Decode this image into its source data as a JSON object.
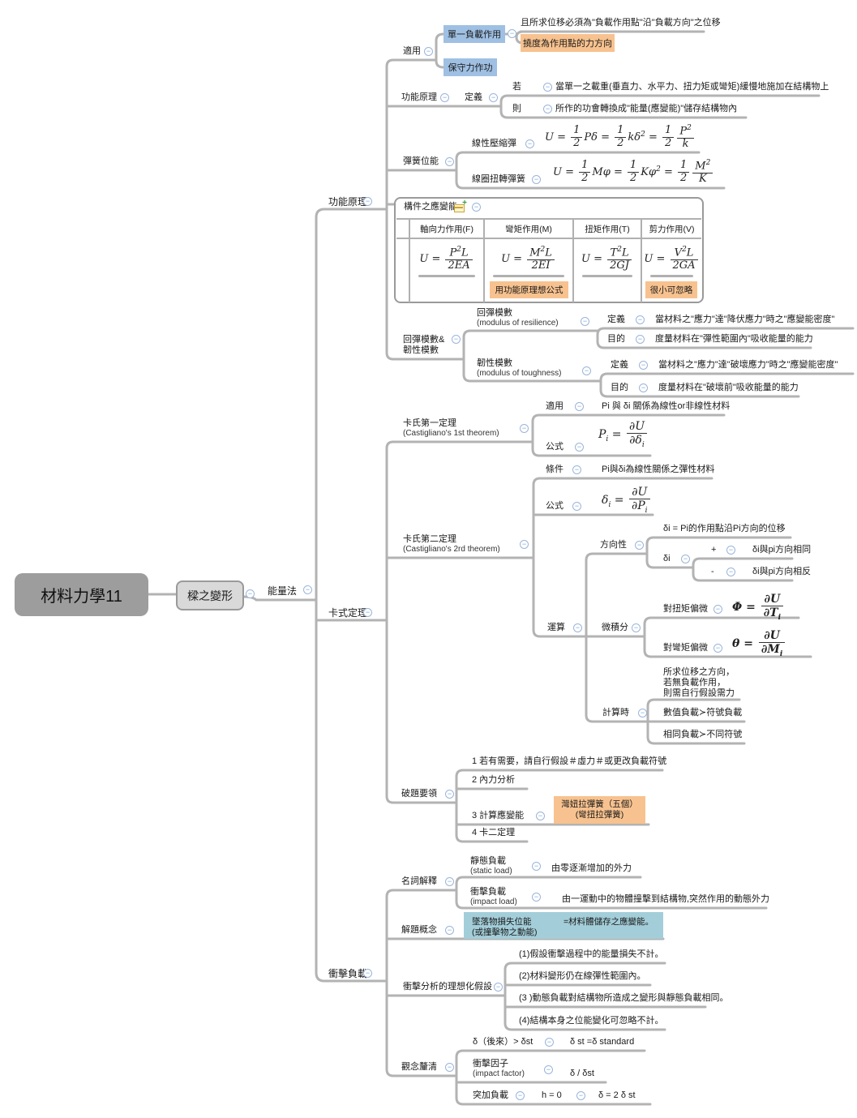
{
  "ui": {
    "minus": "−"
  },
  "colors": {
    "line": "#b3b3b3",
    "blue_box": "#9fc0e3",
    "orange_box": "#f7c28f",
    "teal_box": "#a3ced9",
    "root_gray": "#9d9d9d",
    "beam_gray": "#d9d9d9",
    "collapse_icon": "#7d9fce"
  },
  "root": {
    "label": "材料力學11"
  },
  "beam": {
    "label": "樑之變形"
  },
  "energy": {
    "label": "能量法"
  },
  "gn": {
    "label": "功能原理",
    "apply": {
      "label": "適用",
      "single": {
        "label": "單一負載作用",
        "note": "且所求位移必須為\"負載作用點\"沿\"負載方向\"之位移",
        "deflect": "撓度為作用點的力方向"
      },
      "conservative": {
        "label": "保守力作功"
      }
    },
    "principle": {
      "label": "功能原理",
      "def": "定義",
      "if_label": "若",
      "if_text": "當單一之載重(垂直力、水平力、扭力矩或彎矩)緩慢地施加在結構物上",
      "then_label": "則",
      "then_text": "所作的功會轉換成\"能量(應變能)\"儲存結構物內"
    },
    "spring": {
      "label": "彈簧位能",
      "linear": {
        "label": "線性壓縮彈",
        "formula": "U = [1/2]Pδ = [1/2]kδ^2 = [1/2][P^2/k]"
      },
      "torsion": {
        "label": "線圈扭轉彈簧",
        "formula": "U = [1/2]Mφ = [1/2]Kφ^2 = [1/2][M^2/K]"
      }
    },
    "member": {
      "label": "構件之應變能",
      "cols": [
        "軸向力作用(F)",
        "彎矩作用(M)",
        "扭矩作用(T)",
        "剪力作用(V)"
      ],
      "f_axial": "U = [P^2L/2EA]",
      "f_moment": "U = [M^2L/2EI]",
      "f_torsion": "U = [T^2L/2GJ]",
      "f_shear": "U = [V^2L/2GA]",
      "tip_moment": "用功能原理想公式",
      "tip_shear": "很小可忽略"
    },
    "modulus": {
      "label1": "回彈模數&",
      "label2": "韌性模數",
      "resilience": {
        "label": "回彈模數",
        "sub": "(modulus of resilience)",
        "def_label": "定義",
        "def": "當材料之\"應力\"達\"降伏應力\"時之\"應變能密度\"",
        "aim_label": "目的",
        "aim": "度量材料在\"彈性範圍內\"吸收能量的能力"
      },
      "toughness": {
        "label": "韌性模數",
        "sub": "(modulus of toughness)",
        "def_label": "定義",
        "def": "當材料之\"應力\"達\"破壞應力\"時之\"應變能密度\"",
        "aim_label": "目的",
        "aim": "度量材料在\"破壞前\"吸收能量的能力"
      }
    }
  },
  "ka": {
    "label": "卡式定理",
    "c1": {
      "label": "卡氏第一定理",
      "sub": "(Castigliano's 1st theorem)",
      "apply_label": "適用",
      "apply": "Pi 與 δi 關係為線性or非線性材料",
      "formula_label": "公式",
      "formula": "P_i = [∂U/∂δ_i]"
    },
    "c2": {
      "label": "卡氏第二定理",
      "sub": "(Castigliano's 2rd theorem)",
      "cond_label": "條件",
      "cond": "Pi與δi為線性關係之彈性材料",
      "formula_label": "公式",
      "formula": "δ_i = [∂U/∂P_i]",
      "op": {
        "label": "運算",
        "dir": {
          "label": "方向性",
          "note": "δi = Pi的作用點沿Pi方向的位移",
          "di": "δi",
          "plus": "+",
          "plus_text": "δi與pi方向相同",
          "minus": "-",
          "minus_text": "δi與pi方向相反"
        },
        "calc": {
          "label": "微積分",
          "torque_label": "對扭矩偏微",
          "torque": "Φ = [∂U/∂T_i]",
          "moment_label": "對彎矩偏微",
          "moment": "θ = [∂U/∂M_i]"
        },
        "when": {
          "label": "計算時",
          "note1": "所求位移之方向，",
          "note2": "若無負載作用，",
          "note3": "則需自行假設需力",
          "item1": "數值負載≻符號負載",
          "item2": "相同負載≻不同符號"
        }
      }
    },
    "tips": {
      "label": "破題要領",
      "s1": "1  若有需要，請自行假設＃虛力＃或更改負載符號",
      "s2": "2  內力分析",
      "s3": "3  計算應變能",
      "s3_note1": "灣妞拉彈簧（五個）",
      "s3_note2": "(彎扭拉彈簧)",
      "s4": "4  卡二定理"
    }
  },
  "impact": {
    "label": "衝擊負載",
    "terms": {
      "label": "名詞解釋",
      "static": {
        "label": "靜態負載",
        "sub": "(static load)",
        "text": "由零逐漸增加的外力"
      },
      "impact": {
        "label": "衝擊負載",
        "sub": "(impact load)",
        "text": "由一運動中的物體撞擊到結構物,突然作用的動態外力"
      }
    },
    "concept": {
      "label": "解題概念",
      "box1": "墜落物損失位能",
      "box2": "(或撞擊物之動能)",
      "box3": "=材料體儲存之應變能。"
    },
    "assumptions": {
      "label": "衝擊分析的理想化假設",
      "a1": "(1)假設衝擊過程中的能量損失不計。",
      "a2": "(2)材料變形仍在線彈性範圍內。",
      "a3": "(3 )動態負載對結構物所造成之變形與靜態負載相同。",
      "a4": "(4)結構本身之位能變化可忽略不計。"
    },
    "clarify": {
      "label": "觀念釐清",
      "r1a": "δ（後來）> δst",
      "r1b": "δ st =δ standard",
      "r2a": "衝擊因子",
      "r2sub": "(impact factor)",
      "r2b": "δ / δst",
      "r3a": "突加負載",
      "r3b": "h = 0",
      "r3c": "δ = 2 δ st"
    }
  }
}
